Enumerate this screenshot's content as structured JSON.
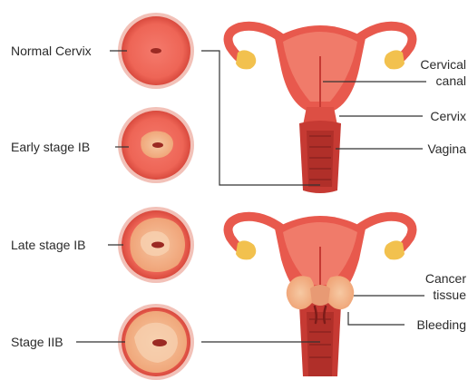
{
  "stages": [
    {
      "label": "Normal Cervix"
    },
    {
      "label": "Early stage IB"
    },
    {
      "label": "Late stage IB"
    },
    {
      "label": "Stage IIB"
    }
  ],
  "anatomy_top": {
    "cervical_canal_line1": "Cervical",
    "cervical_canal_line2": "canal",
    "cervix": "Cervix",
    "vagina": "Vagina"
  },
  "anatomy_bottom": {
    "cancer_tissue_line1": "Cancer",
    "cancer_tissue_line2": "tissue",
    "bleeding": "Bleeding"
  },
  "colors": {
    "tissue": "#e8594d",
    "tissue_dark": "#c63a33",
    "tissue_light": "#f07b6a",
    "ovary": "#f2c14e",
    "tumor": "#f3b27f",
    "leader_line": "#333333"
  }
}
